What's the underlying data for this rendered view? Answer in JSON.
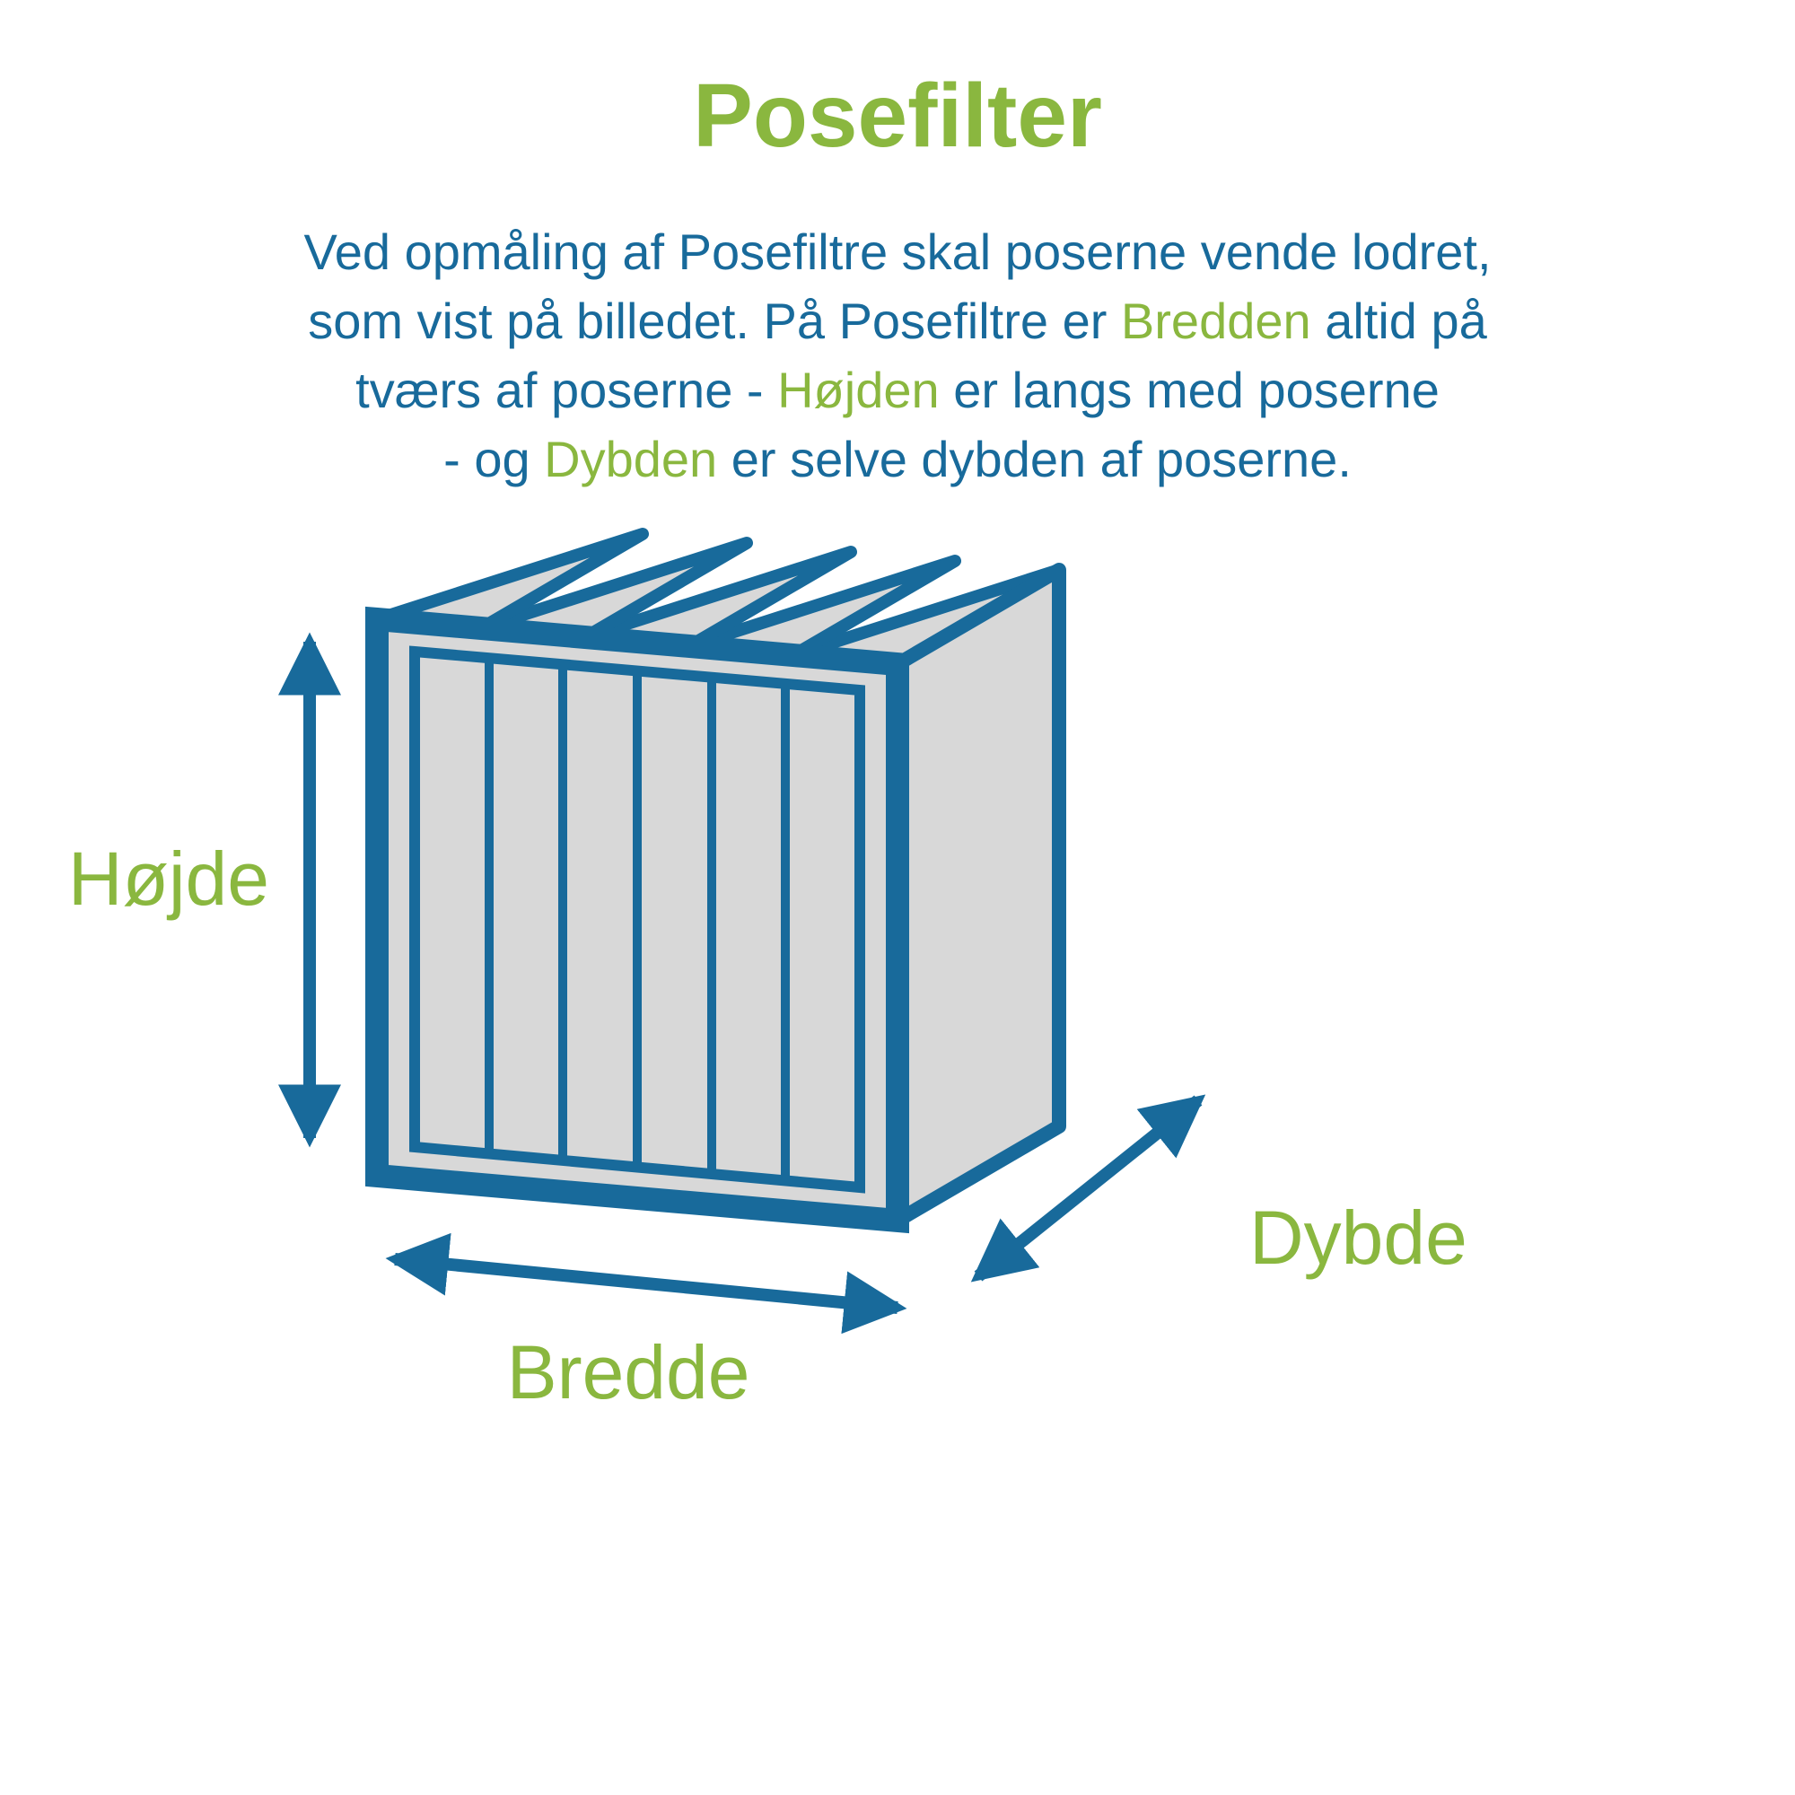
{
  "title": "Posefilter",
  "intro": {
    "line1": "Ved opmåling af Posefiltre skal poserne vende lodret,",
    "line2": {
      "a": "som vist på billedet. På Posefiltre er ",
      "highlight": "Bredden",
      "b": " altid på"
    },
    "line3": {
      "a": "tværs af poserne - ",
      "highlight": "Højden",
      "b": " er langs med poserne"
    },
    "line4": {
      "a": "- og ",
      "highlight": "Dybden",
      "b": " er selve dybden af poserne."
    }
  },
  "diagram": {
    "height_label": "Højde",
    "width_label": "Bredde",
    "depth_label": "Dybde"
  },
  "colors": {
    "blue": "#186a9b",
    "green": "#8ab73f",
    "gray": "#d8d8d8"
  }
}
